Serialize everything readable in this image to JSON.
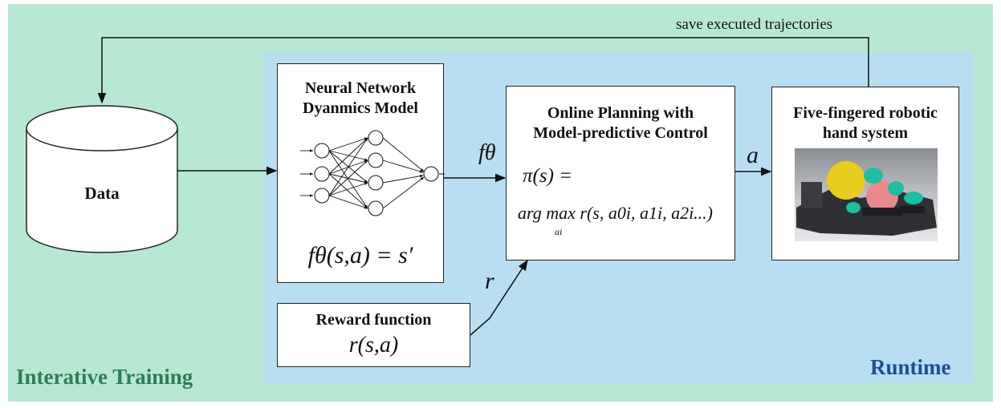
{
  "regions": {
    "outer_label": "Interative Training",
    "inner_label": "Runtime"
  },
  "colors": {
    "outer_bg": "#b8e8d4",
    "inner_bg": "#b9def2",
    "outer_text": "#2e7d55",
    "inner_text": "#1f4f8f"
  },
  "data_store": {
    "label": "Data"
  },
  "dynamics_model": {
    "title_line1": "Neural Network",
    "title_line2": "Dyanmics Model",
    "equation": "fθ(s,a) = s′"
  },
  "planner": {
    "title_line1": "Online Planning with",
    "title_line2": "Model-predictive Control",
    "equation_line1": "π(s) =",
    "equation_line2": "arg max r(s, a0i, a1i, a2i...)",
    "argmax_subscript": "ai"
  },
  "robot": {
    "title_line1": "Five-fingered robotic",
    "title_line2": "hand system",
    "photo_icon": "robotic-hand-photo"
  },
  "reward": {
    "title": "Reward function",
    "equation": "r(s,a)"
  },
  "edges": {
    "feedback": "save executed trajectories",
    "model_to_planner": "fθ",
    "reward_to_planner": "r",
    "planner_to_robot": "a"
  }
}
